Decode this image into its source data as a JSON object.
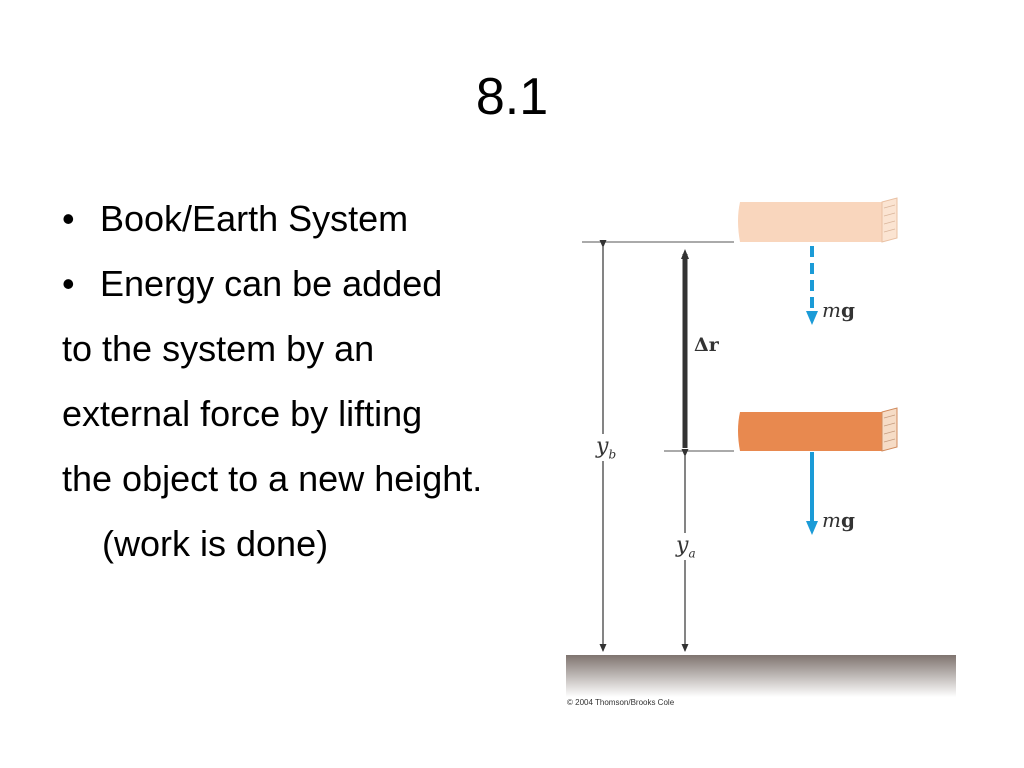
{
  "slide": {
    "title": "8.1",
    "bullet_symbol": "•",
    "bullets": [
      "Book/Earth System",
      "Energy can be added"
    ],
    "continuation_lines": [
      "to the system by an",
      "external force by lifting",
      "the object to a new height."
    ],
    "note": "(work is done)"
  },
  "figure": {
    "labels": {
      "delta_r": "Δr",
      "y_b": "y",
      "y_b_sub": "b",
      "y_a": "y",
      "y_a_sub": "a",
      "mg_top_m": "m",
      "mg_top_g": "g",
      "mg_bottom_m": "m",
      "mg_bottom_g": "g"
    },
    "copyright": "© 2004 Thomson/Brooks Cole",
    "colors": {
      "book_top": "#f9d6bd",
      "book_bottom": "#e8894f",
      "force_arrow": "#1b9bd7",
      "displacement_arrow": "#333333",
      "ground_top": "#7f746f"
    }
  }
}
